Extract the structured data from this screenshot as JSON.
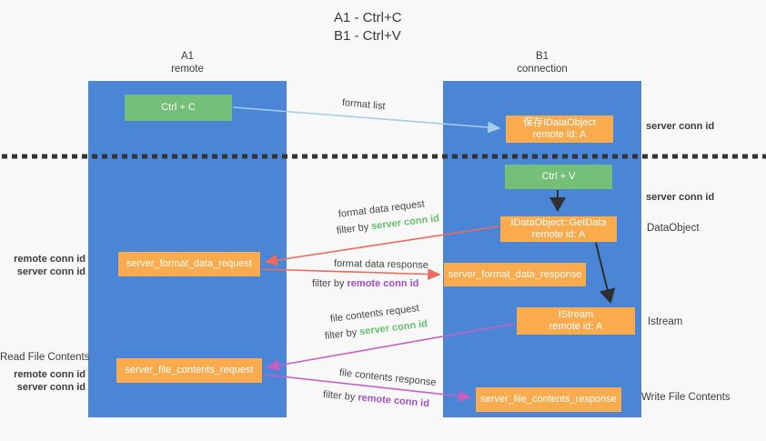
{
  "title": {
    "line1": "A1 - Ctrl+C",
    "line2": "B1 - Ctrl+V"
  },
  "lanes": {
    "left": {
      "name": "A1",
      "subtitle": "remote"
    },
    "right": {
      "name": "B1",
      "subtitle": "connection"
    }
  },
  "nodes": {
    "ctrl_c": "Ctrl + C",
    "ctrl_v": "Ctrl + V",
    "save_idataobject": {
      "line1": "保存IDataObject",
      "line2": "remote id: A"
    },
    "getdata": {
      "line1": "IDataObject::GetData",
      "line2": "remote id: A"
    },
    "istream": {
      "line1": "IStream",
      "line2": "remote id: A"
    },
    "server_format_data_request": "server_format_data_request",
    "server_format_data_response": "server_format_data_response",
    "server_file_contents_request": "server_file_contents_request",
    "server_file_contents_response": "server_file_contents_response"
  },
  "flow_labels": {
    "format_list": "format list",
    "format_data_request": "format data request",
    "format_data_response": "format data response",
    "file_contents_request": "file contents request",
    "file_contents_response": "file contents response",
    "filter_prefix": "filter by ",
    "server_conn_id": "server conn id",
    "remote_conn_id": "remote conn id"
  },
  "side_labels": {
    "right": {
      "server_conn_id_top": "server conn id",
      "server_conn_id_mid": "server conn id",
      "dataobject": "DataObject",
      "istream": "Istream",
      "write_file_contents": "Write File Contents"
    },
    "left": {
      "remote_conn_id_1": "remote conn id",
      "server_conn_id_1": "server conn id",
      "read_file_contents": "Read File Contents",
      "remote_conn_id_2": "remote conn id",
      "server_conn_id_2": "server conn id"
    }
  },
  "colors": {
    "lane_blue": "#4a85d6",
    "box_green": "#74c078",
    "box_orange": "#f9ab4e",
    "arrow_light_blue": "#a5cde9",
    "arrow_red": "#ee6a5f",
    "arrow_magenta": "#c75fc3",
    "arrow_black": "#2f2f2f",
    "text_green": "#67bf6b",
    "text_purple": "#a350c8",
    "text_gray": "#3d3d3d"
  }
}
